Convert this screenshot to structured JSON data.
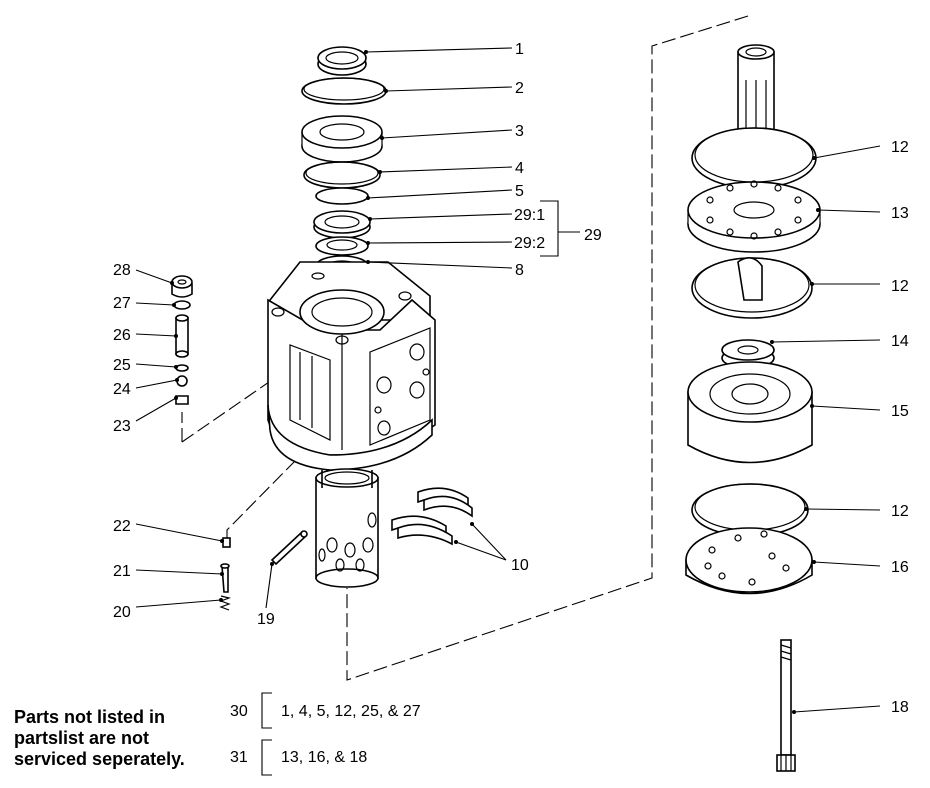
{
  "callouts": [
    "1",
    "2",
    "3",
    "4",
    "5",
    "29:1",
    "29:2",
    "29",
    "8",
    "28",
    "27",
    "26",
    "25",
    "24",
    "23",
    "22",
    "21",
    "20",
    "19",
    "10",
    "12",
    "13",
    "12",
    "14",
    "15",
    "12",
    "16",
    "18"
  ],
  "note": {
    "line1": "Parts not listed in",
    "line2": "partslist are not",
    "line3": "serviced seperately."
  },
  "groups": [
    {
      "number": "30",
      "parts": "1, 4, 5, 12, 25, & 27"
    },
    {
      "number": "31",
      "parts": "13, 16, & 18"
    }
  ]
}
